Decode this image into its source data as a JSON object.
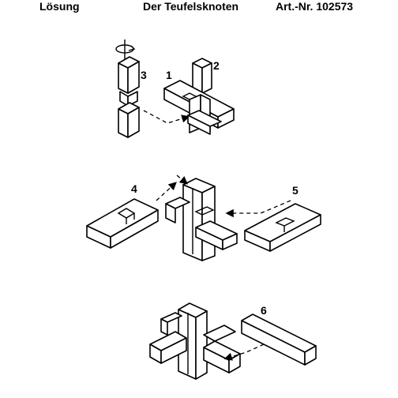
{
  "header": {
    "left": "Lösung",
    "center": "Der Teufelsknoten",
    "right": "Art.-Nr. 102573"
  },
  "steps": [
    {
      "label": "1"
    },
    {
      "label": "2"
    },
    {
      "label": "3"
    },
    {
      "label": "4"
    },
    {
      "label": "5"
    },
    {
      "label": "6"
    }
  ]
}
